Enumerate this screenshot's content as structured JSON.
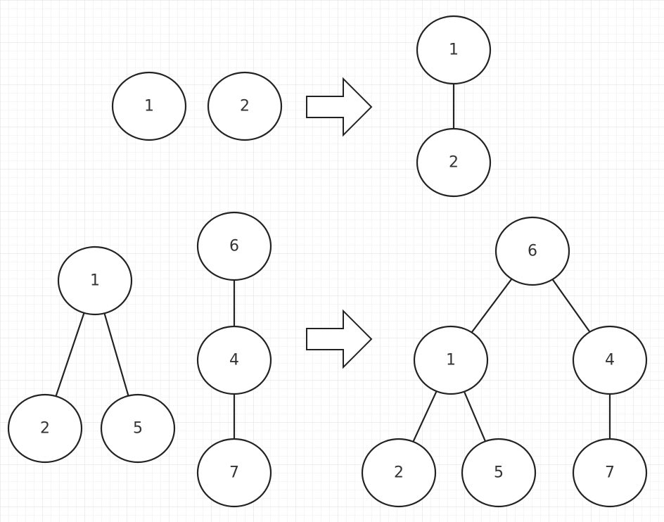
{
  "colors": {
    "background": "#ffffff",
    "grid_minor": "#eeeeee",
    "grid_major": "#dedede",
    "stroke": "#222222",
    "text": "#333333"
  },
  "panels": [
    {
      "before": {
        "nodes": [
          {
            "id": "a1",
            "label": "1"
          },
          {
            "id": "a2",
            "label": "2"
          }
        ],
        "edges": []
      },
      "after": {
        "nodes": [
          {
            "id": "b1",
            "label": "1"
          },
          {
            "id": "b2",
            "label": "2"
          }
        ],
        "edges": [
          [
            "b1",
            "b2"
          ]
        ]
      }
    },
    {
      "before": {
        "nodes": [
          {
            "id": "c1",
            "label": "1"
          },
          {
            "id": "c2",
            "label": "2"
          },
          {
            "id": "c5",
            "label": "5"
          },
          {
            "id": "c6",
            "label": "6"
          },
          {
            "id": "c4",
            "label": "4"
          },
          {
            "id": "c7",
            "label": "7"
          }
        ],
        "edges": [
          [
            "c1",
            "c2"
          ],
          [
            "c1",
            "c5"
          ],
          [
            "c6",
            "c4"
          ],
          [
            "c4",
            "c7"
          ]
        ]
      },
      "after": {
        "nodes": [
          {
            "id": "d6",
            "label": "6"
          },
          {
            "id": "d1",
            "label": "1"
          },
          {
            "id": "d4",
            "label": "4"
          },
          {
            "id": "d2",
            "label": "2"
          },
          {
            "id": "d5",
            "label": "5"
          },
          {
            "id": "d7",
            "label": "7"
          }
        ],
        "edges": [
          [
            "d6",
            "d1"
          ],
          [
            "d6",
            "d4"
          ],
          [
            "d1",
            "d2"
          ],
          [
            "d1",
            "d5"
          ],
          [
            "d4",
            "d7"
          ]
        ]
      }
    }
  ]
}
